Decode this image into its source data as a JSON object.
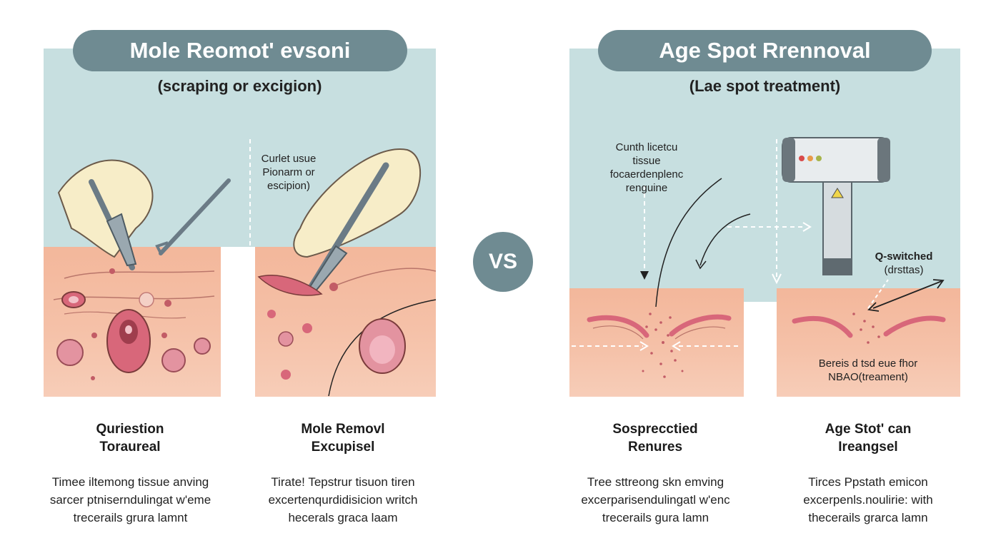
{
  "left": {
    "title": "Mole Reomot' evsoni",
    "subtitle": "(scraping or excigion)",
    "note": [
      "Curlet usue",
      "Pionarm or",
      "escipion)"
    ],
    "captions": [
      {
        "heading": [
          "Quriestion",
          "Toraureal"
        ],
        "body": [
          "Timee iltemong tissue anving",
          "sarcer ptniserndulingat w'eme",
          "trecerails grura lamnt"
        ]
      },
      {
        "heading": [
          "Mole Removl",
          "Excupisel"
        ],
        "body": [
          "Tirate! Tepstrur tisuon tiren",
          "excertenqurdidisicion writch",
          "hecerals graca laam"
        ]
      }
    ]
  },
  "vs_label": "VS",
  "right": {
    "title": "Age Spot Rrennoval",
    "subtitle": "(Lae spot treatment)",
    "note": [
      "Cunth licetcu",
      "tissue",
      "focaerdenplenc",
      "renguine"
    ],
    "device_label": [
      "Q-switched",
      "(drsttas)"
    ],
    "panel_note": [
      "Bereis d tsd eue fhor",
      "NBAO(treament)"
    ],
    "captions": [
      {
        "heading": [
          "Sospreсctied",
          "Renures"
        ],
        "body": [
          "Tree sttreong skn emving",
          "excerparisendulingatl w'enc",
          "trecerails gura lamn"
        ]
      },
      {
        "heading": [
          "Age Stot' can",
          "Ireangsel"
        ],
        "body": [
          "Tirces Ppstath emicon",
          "excerpenls.noulirie: with",
          "thecerails grarca lamn"
        ]
      }
    ]
  },
  "colors": {
    "panel": "#c7dfe0",
    "pill": "#6f8b92",
    "skin": "#f3b79b",
    "wound": "#d8677a"
  }
}
